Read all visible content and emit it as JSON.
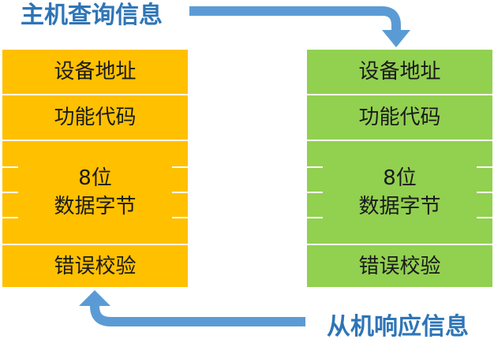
{
  "captions": {
    "query": "主机查询信息",
    "response": "从机响应信息"
  },
  "colors": {
    "left_box": "#ffc000",
    "right_box": "#92d050",
    "arrow": "#5b9bd5",
    "caption": "#2e75b6"
  },
  "frames": [
    {
      "id": "left",
      "fields": {
        "address": "设备地址",
        "function": "功能代码",
        "data_line1": "8位",
        "data_line2": "数据字节",
        "check": "错误校验"
      }
    },
    {
      "id": "right",
      "fields": {
        "address": "设备地址",
        "function": "功能代码",
        "data_line1": "8位",
        "data_line2": "数据字节",
        "check": "错误校验"
      }
    }
  ]
}
